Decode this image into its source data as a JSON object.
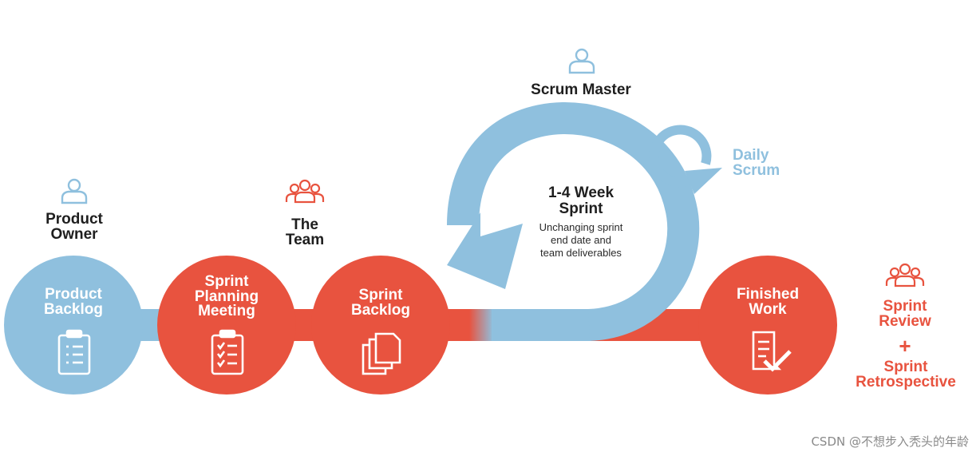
{
  "colors": {
    "red": "#e8533f",
    "blue": "#8fc0de",
    "dark": "#1e1e1e",
    "white": "#ffffff"
  },
  "roles": {
    "product_owner": {
      "label": "Product\nOwner",
      "icon": "person-icon"
    },
    "the_team": {
      "label": "The\nTeam",
      "icon": "group-icon"
    },
    "scrum_master": {
      "label": "Scrum Master",
      "icon": "person-icon"
    }
  },
  "stages": {
    "product_backlog": {
      "label": "Product\nBacklog",
      "icon": "clipboard-list-icon"
    },
    "sprint_planning": {
      "label": "Sprint\nPlanning\nMeeting",
      "icon": "clipboard-checklist-icon"
    },
    "sprint_backlog": {
      "label": "Sprint\nBacklog",
      "icon": "documents-stack-icon"
    },
    "finished_work": {
      "label": "Finished\nWork",
      "icon": "document-check-icon"
    }
  },
  "sprint_loop": {
    "title": "1-4 Week\nSprint",
    "subtitle": "Unchanging sprint\nend date and\nteam deliverables"
  },
  "daily_scrum": {
    "label": "Daily\nScrum",
    "icon": "cycle-arrow-icon"
  },
  "review": {
    "review_label": "Sprint\nReview",
    "plus": "+",
    "retro_label": "Sprint\nRetrospective",
    "icon": "group-icon"
  },
  "watermark": "CSDN @不想步入秃头的年龄"
}
